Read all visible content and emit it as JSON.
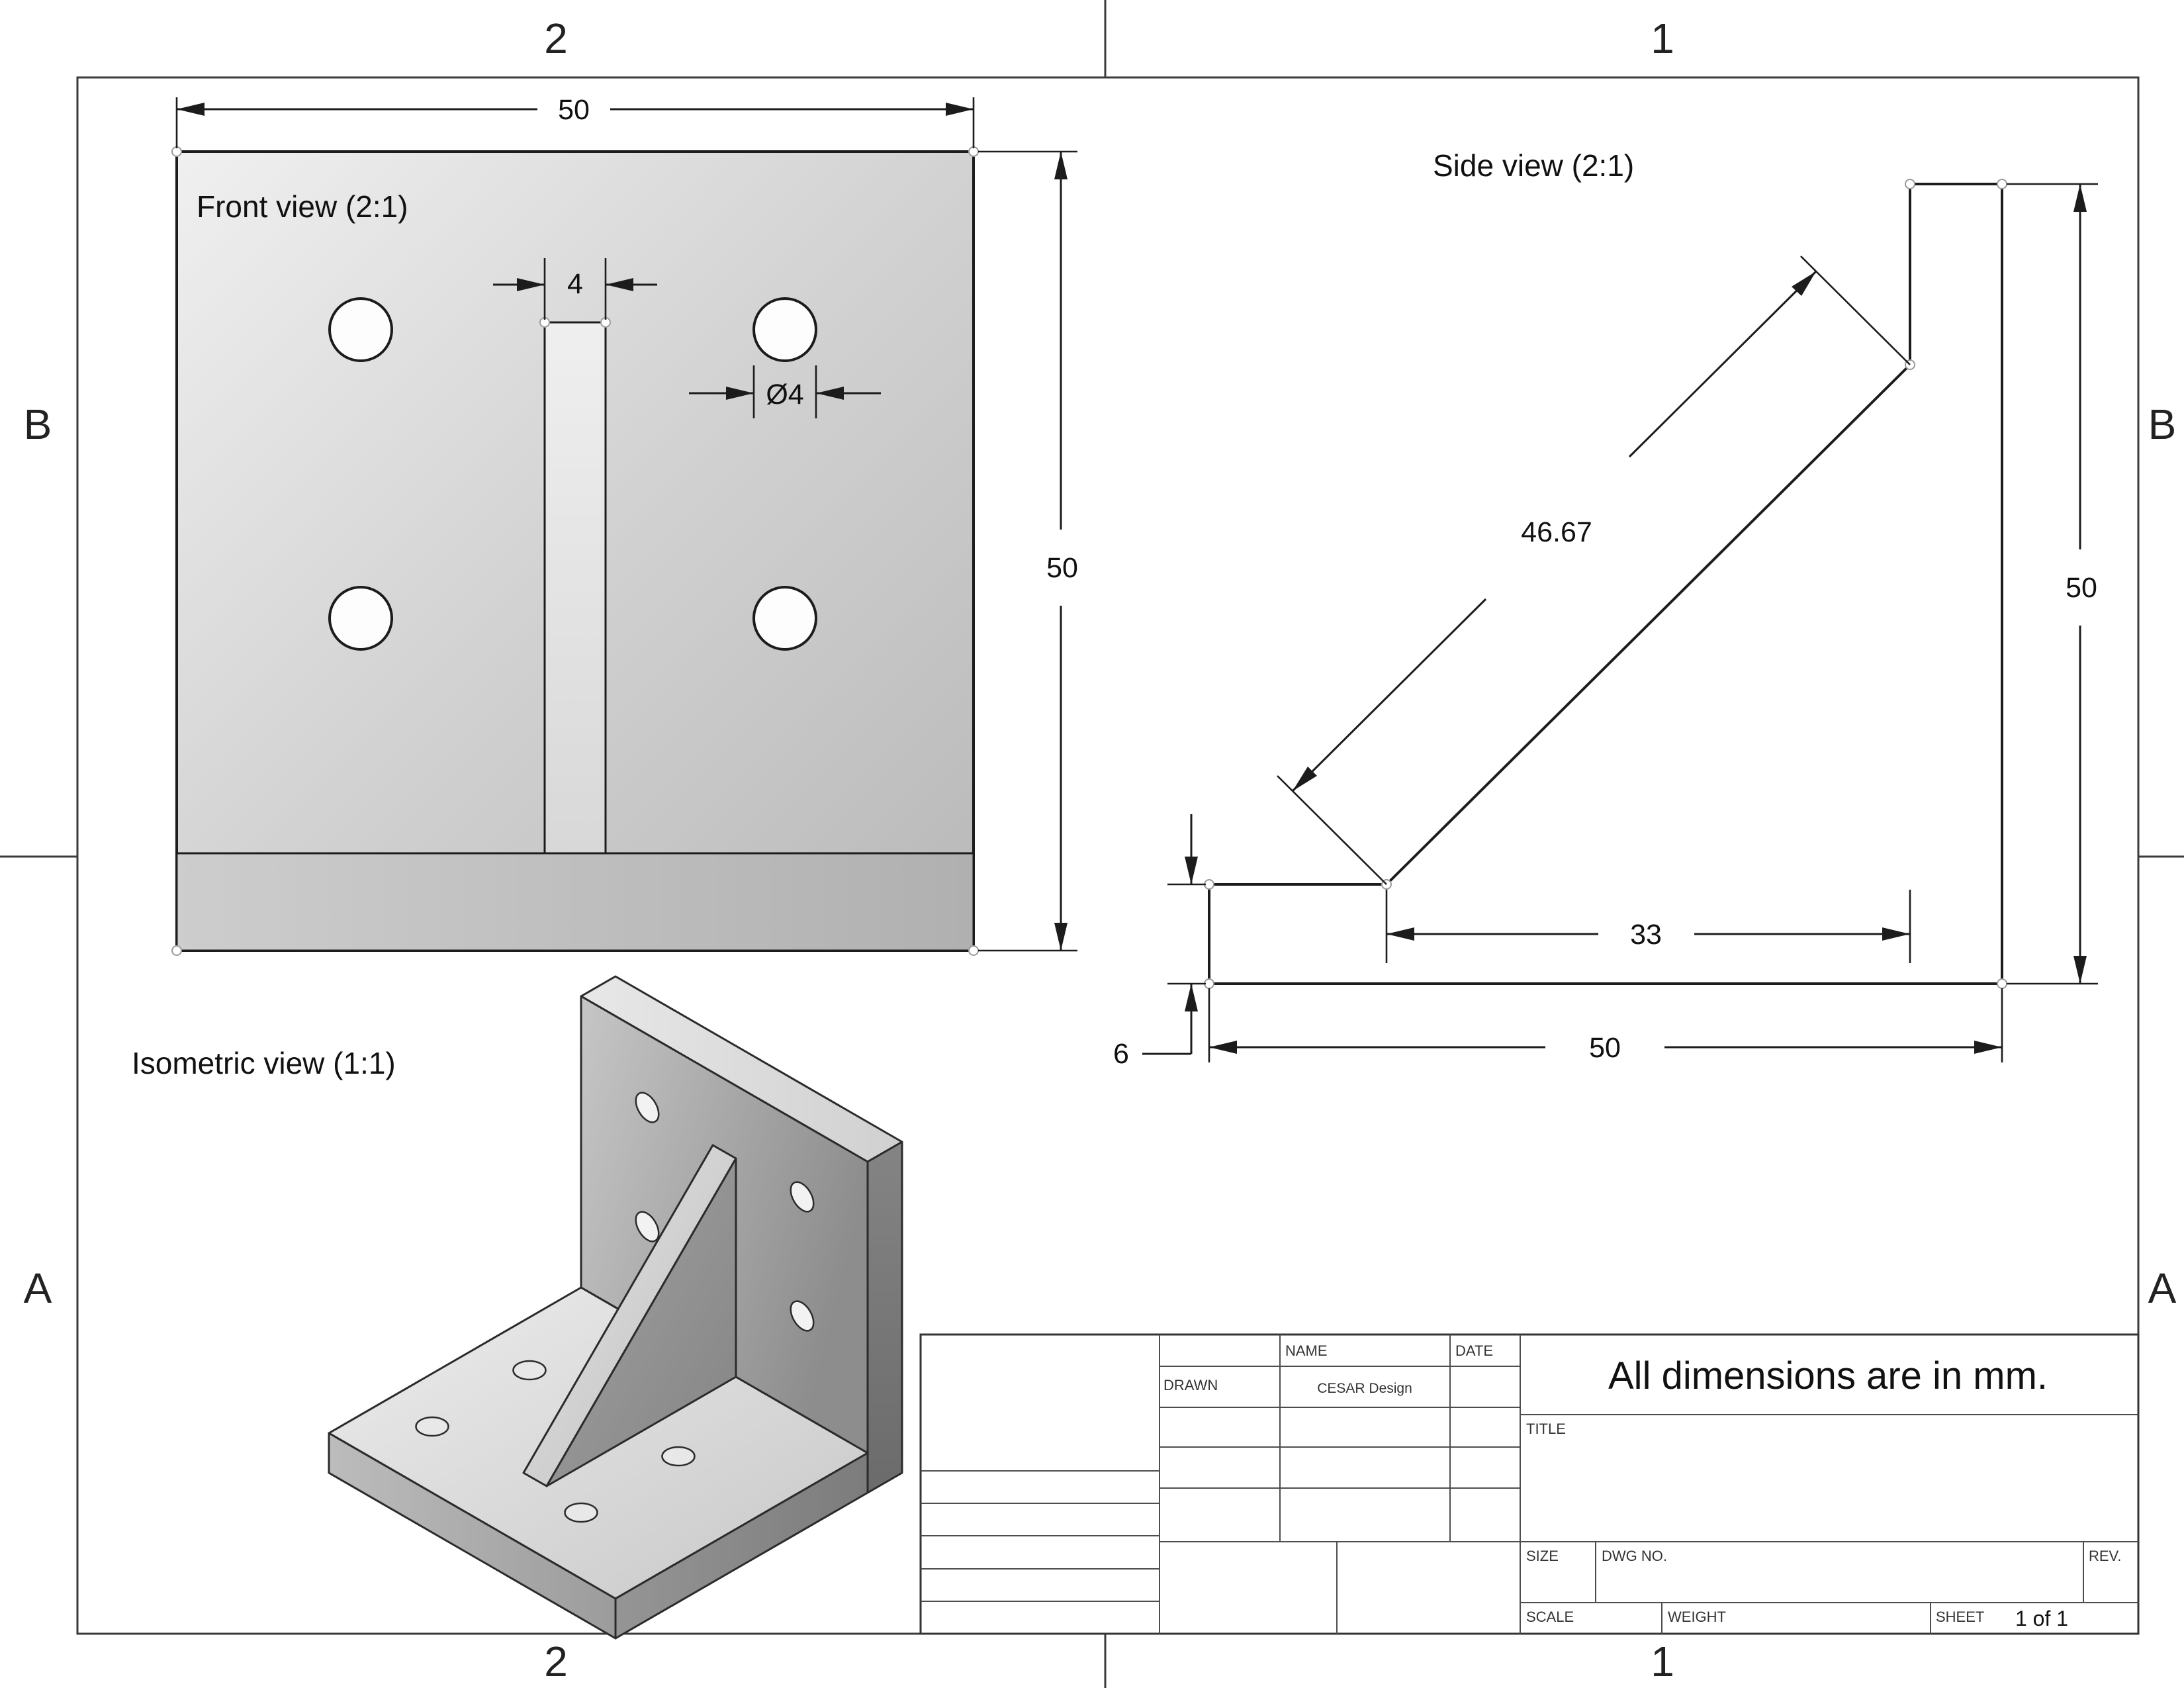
{
  "sheet": {
    "zones": {
      "top_left": "2",
      "top_right": "1",
      "bottom_left": "2",
      "bottom_right": "1",
      "left_upper": "B",
      "left_lower": "A",
      "right_upper": "B",
      "right_lower": "A"
    }
  },
  "front_view": {
    "label": "Front view (2:1)",
    "dim_width": "50",
    "dim_height": "50",
    "dim_slot_width": "4",
    "dim_hole_diameter": "Ø4"
  },
  "side_view": {
    "label": "Side view (2:1)",
    "dim_diagonal": "46.67",
    "dim_height": "50",
    "dim_gusset_run": "33",
    "dim_width": "50",
    "dim_thickness": "6"
  },
  "isometric_view": {
    "label": "Isometric view (1:1)"
  },
  "title_block": {
    "name_header": "NAME",
    "date_header": "DATE",
    "drawn_label": "DRAWN",
    "drawn_value": "CESAR Design",
    "note": "All dimensions are in mm.",
    "title_label": "TITLE",
    "size_label": "SIZE",
    "dwg_no_label": "DWG NO.",
    "rev_label": "REV.",
    "scale_label": "SCALE",
    "weight_label": "WEIGHT",
    "sheet_label": "SHEET",
    "sheet_value": "1 of 1"
  },
  "colors": {
    "line": "#1c1c1c",
    "background": "#ffffff",
    "metal_light": "#f0f0f0",
    "metal_dark": "#6b6b6b"
  }
}
